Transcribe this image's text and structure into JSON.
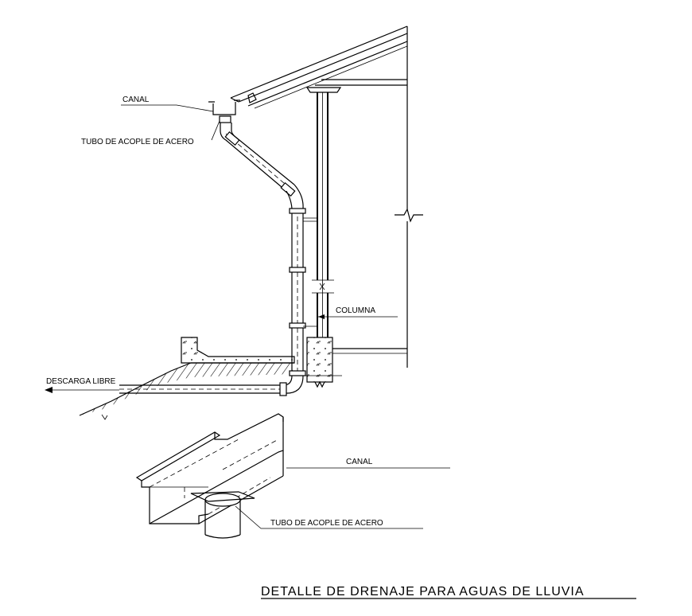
{
  "labels": {
    "canal_top": "CANAL",
    "tubo_top": "TUBO DE ACOPLE DE ACERO",
    "columna": "COLUMNA",
    "descarga": "DESCARGA LIBRE",
    "canal_bottom": "CANAL",
    "tubo_bottom": "TUBO DE ACOPLE DE ACERO"
  },
  "title": "DETALLE DE DRENAJE PARA AGUAS DE LLUVIA"
}
